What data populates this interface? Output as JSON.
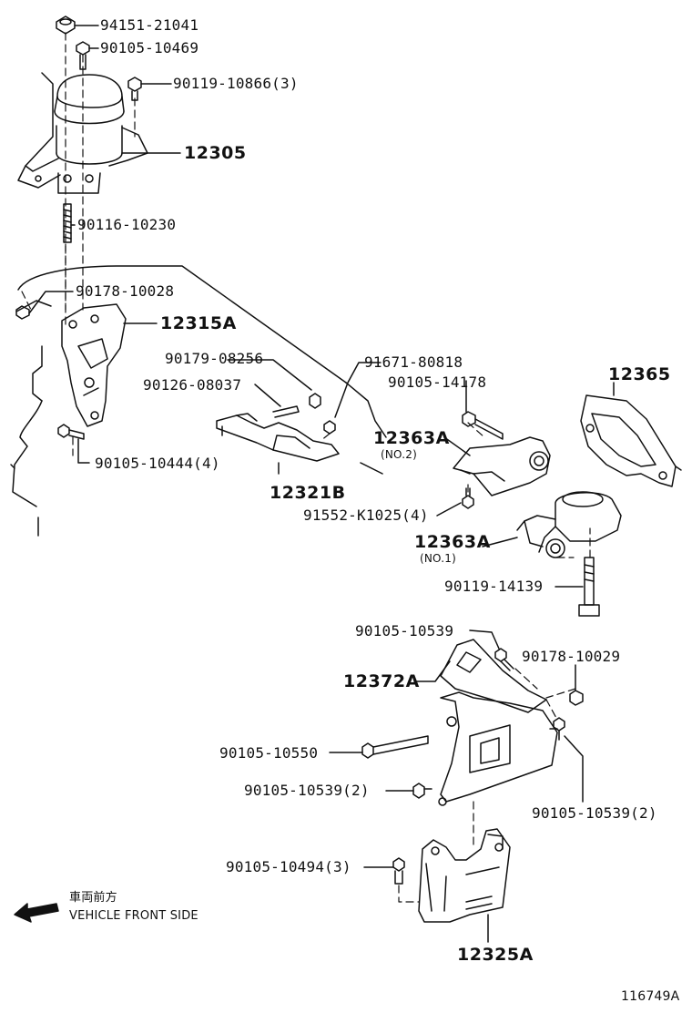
{
  "parts": [
    {
      "id": "p94151",
      "text": "94151-21041",
      "kind": "part"
    },
    {
      "id": "p90105a",
      "text": "90105-10469",
      "kind": "part"
    },
    {
      "id": "p90119a",
      "text": "90119-10866(3)",
      "kind": "part"
    },
    {
      "id": "p12305",
      "text": "12305",
      "kind": "assembly"
    },
    {
      "id": "p90116",
      "text": "90116-10230",
      "kind": "part"
    },
    {
      "id": "p90178a",
      "text": "90178-10028",
      "kind": "part"
    },
    {
      "id": "p12315A",
      "text": "12315A",
      "kind": "assembly"
    },
    {
      "id": "p90179",
      "text": "90179-08256",
      "kind": "part"
    },
    {
      "id": "p91671",
      "text": "91671-80818",
      "kind": "part"
    },
    {
      "id": "p90126",
      "text": "90126-08037",
      "kind": "part"
    },
    {
      "id": "p90105b",
      "text": "90105-14178",
      "kind": "part"
    },
    {
      "id": "p12365",
      "text": "12365",
      "kind": "assembly"
    },
    {
      "id": "p12363A2",
      "text": "12363A",
      "kind": "assembly"
    },
    {
      "id": "p90105c",
      "text": "90105-10444(4)",
      "kind": "part"
    },
    {
      "id": "p12321B",
      "text": "12321B",
      "kind": "assembly"
    },
    {
      "id": "p91552",
      "text": "91552-K1025(4)",
      "kind": "part"
    },
    {
      "id": "p12363A1",
      "text": "12363A",
      "kind": "assembly"
    },
    {
      "id": "p90119b",
      "text": "90119-14139",
      "kind": "part"
    },
    {
      "id": "p90105d",
      "text": "90105-10539",
      "kind": "part"
    },
    {
      "id": "p90178b",
      "text": "90178-10029",
      "kind": "part"
    },
    {
      "id": "p12372A",
      "text": "12372A",
      "kind": "assembly"
    },
    {
      "id": "p90105e",
      "text": "90105-10550",
      "kind": "part"
    },
    {
      "id": "p90105f",
      "text": "90105-10539(2)",
      "kind": "part"
    },
    {
      "id": "p90105g",
      "text": "90105-10539(2)",
      "kind": "part"
    },
    {
      "id": "p90105h",
      "text": "90105-10494(3)",
      "kind": "part"
    },
    {
      "id": "p12325A",
      "text": "12325A",
      "kind": "assembly"
    }
  ],
  "sublabels": {
    "no2": "(NO.2)",
    "no1": "(NO.1)"
  },
  "direction_note": {
    "japanese": "車両前方",
    "english": "VEHICLE FRONT SIDE"
  },
  "figure_ref": "116749A"
}
